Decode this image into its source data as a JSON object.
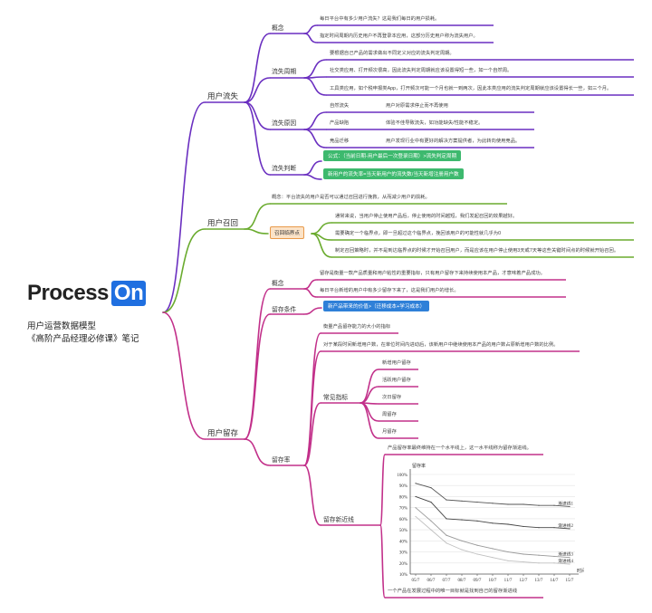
{
  "brand": {
    "name": "Process",
    "suffix": "On"
  },
  "subtitle": "用户运营数据模型",
  "subtitle2": "《高阶产品经理必修课》笔记",
  "colors": {
    "loss": "#6a2fc0",
    "recall": "#6aab2e",
    "retention": "#c2308a",
    "chip_green": "#3db96e",
    "chip_blue": "#2f80d8"
  },
  "loss": {
    "label": "用户流失",
    "concept": {
      "label": "概念",
      "items": [
        "每日平台中有多少用户流失？这是我们每日的用户损耗。",
        "指定时间周期内历史用户不再登录本应用，这部分历史用户称为流失用户。"
      ]
    },
    "cycle": {
      "label": "流失周期",
      "items": [
        "要根据自己产品的需求做出不同定义对应的流失判定周期。",
        "社交类应用、打开频次很高，因此流失判定周期就应该设置得短一些，如一个自然周。",
        "工具类应用，如个税申报类App，打开频次可能一个月也就一到两次，因此本类应用的流失判定周期就应该设置得长一些，如三个月。"
      ]
    },
    "reasons": {
      "label": "流失原因",
      "rows": [
        {
          "name": "自然流失",
          "desc": "用户对原需求停止而不再使用"
        },
        {
          "name": "产品缺陷",
          "desc": "体验不佳导致流失，如功能缺失/性能不稳定。"
        },
        {
          "name": "竞品迁移",
          "desc": "用户发现行业中有更好的解决方案提供者，为此转向使用竞品。"
        }
      ]
    },
    "judge": {
      "label": "流失判断",
      "formula1": "公式：（当前日期-用户最后一次登录日期）>流失判定周期",
      "formula2": "新用户的流失率=当天新用户的流失数/当天新增注册用户数"
    }
  },
  "recall": {
    "label": "用户召回",
    "concept": "概念：平台流失的用户是否可以通过召回进行挽救，从而减少用户的损耗。",
    "node": {
      "label": "召回临界点",
      "items": [
        "通常来说，当用户停止使用产品后，停止使用的时间越短，我们发起召回的效果越好。",
        "需要确定一个临界点，即一旦超过这个临界点，挽回该用户的可能性就几乎为0",
        "制定召回策略时，并不是到达临界点的时候才开始召回用户，而是应该在用户停止使用3天或7天等这些关键时间点的时候就开始召回。"
      ]
    }
  },
  "retention": {
    "label": "用户留存",
    "concept": {
      "label": "概念",
      "items": [
        "留存是衡量一款产品质量和用户粘性的重要指标，只有用户留存下来持续使用本产品，才意味着产品成功。",
        "每日平台新增的用户中有多少留存下来了，这是我们用户的增长。"
      ]
    },
    "condition": {
      "label": "留存条件",
      "chip": "新产品带来的价值>（迁移成本+学习成本）"
    },
    "rate": {
      "label": "留存率",
      "def1": "衡量产品留存能力的大小的指标",
      "def2": "对于某段时间新增用户数，在单位时间内进动后，该新用户中继续使用本产品的用户数占原新增用户数的比例。",
      "common": {
        "label": "常见指标",
        "items": [
          "新增用户留存",
          "活跃用户留存",
          "次日留存",
          "周留存",
          "月留存"
        ]
      },
      "curve": {
        "label": "留存新近线",
        "intro": "产品留存率最终维持在一个水平线上，这一水平线称为留存渐进线。",
        "bottom": "一个产品在发展过程中的唯一目标就是找到自己的留存渐进线"
      }
    }
  },
  "chart_data": {
    "type": "line",
    "ylabel": "留存率",
    "xlabel": "时间",
    "categories": [
      "05/7",
      "06/7",
      "07/7",
      "08/7",
      "09/7",
      "10/7",
      "11/7",
      "12/7",
      "13/7",
      "14/7",
      "15/7"
    ],
    "yticks": [
      "100%",
      "90%",
      "80%",
      "70%",
      "60%",
      "50%",
      "40%",
      "30%",
      "20%",
      "10%"
    ],
    "ylim": [
      10,
      100
    ],
    "grid": true,
    "series": [
      {
        "name": "渐进线1",
        "color": "#555555",
        "values": [
          92,
          88,
          77,
          76,
          75,
          74,
          73,
          73,
          72,
          72,
          71
        ]
      },
      {
        "name": "渐进线2",
        "color": "#444444",
        "values": [
          80,
          75,
          60,
          59,
          58,
          56,
          55,
          53,
          52,
          52,
          51
        ]
      },
      {
        "name": "渐进线3",
        "color": "#999999",
        "values": [
          70,
          58,
          45,
          40,
          36,
          33,
          30,
          28,
          27,
          26,
          25
        ]
      },
      {
        "name": "渐进线4",
        "color": "#c0c0c0",
        "values": [
          62,
          50,
          38,
          32,
          28,
          25,
          22,
          21,
          20,
          20,
          19
        ]
      }
    ]
  }
}
